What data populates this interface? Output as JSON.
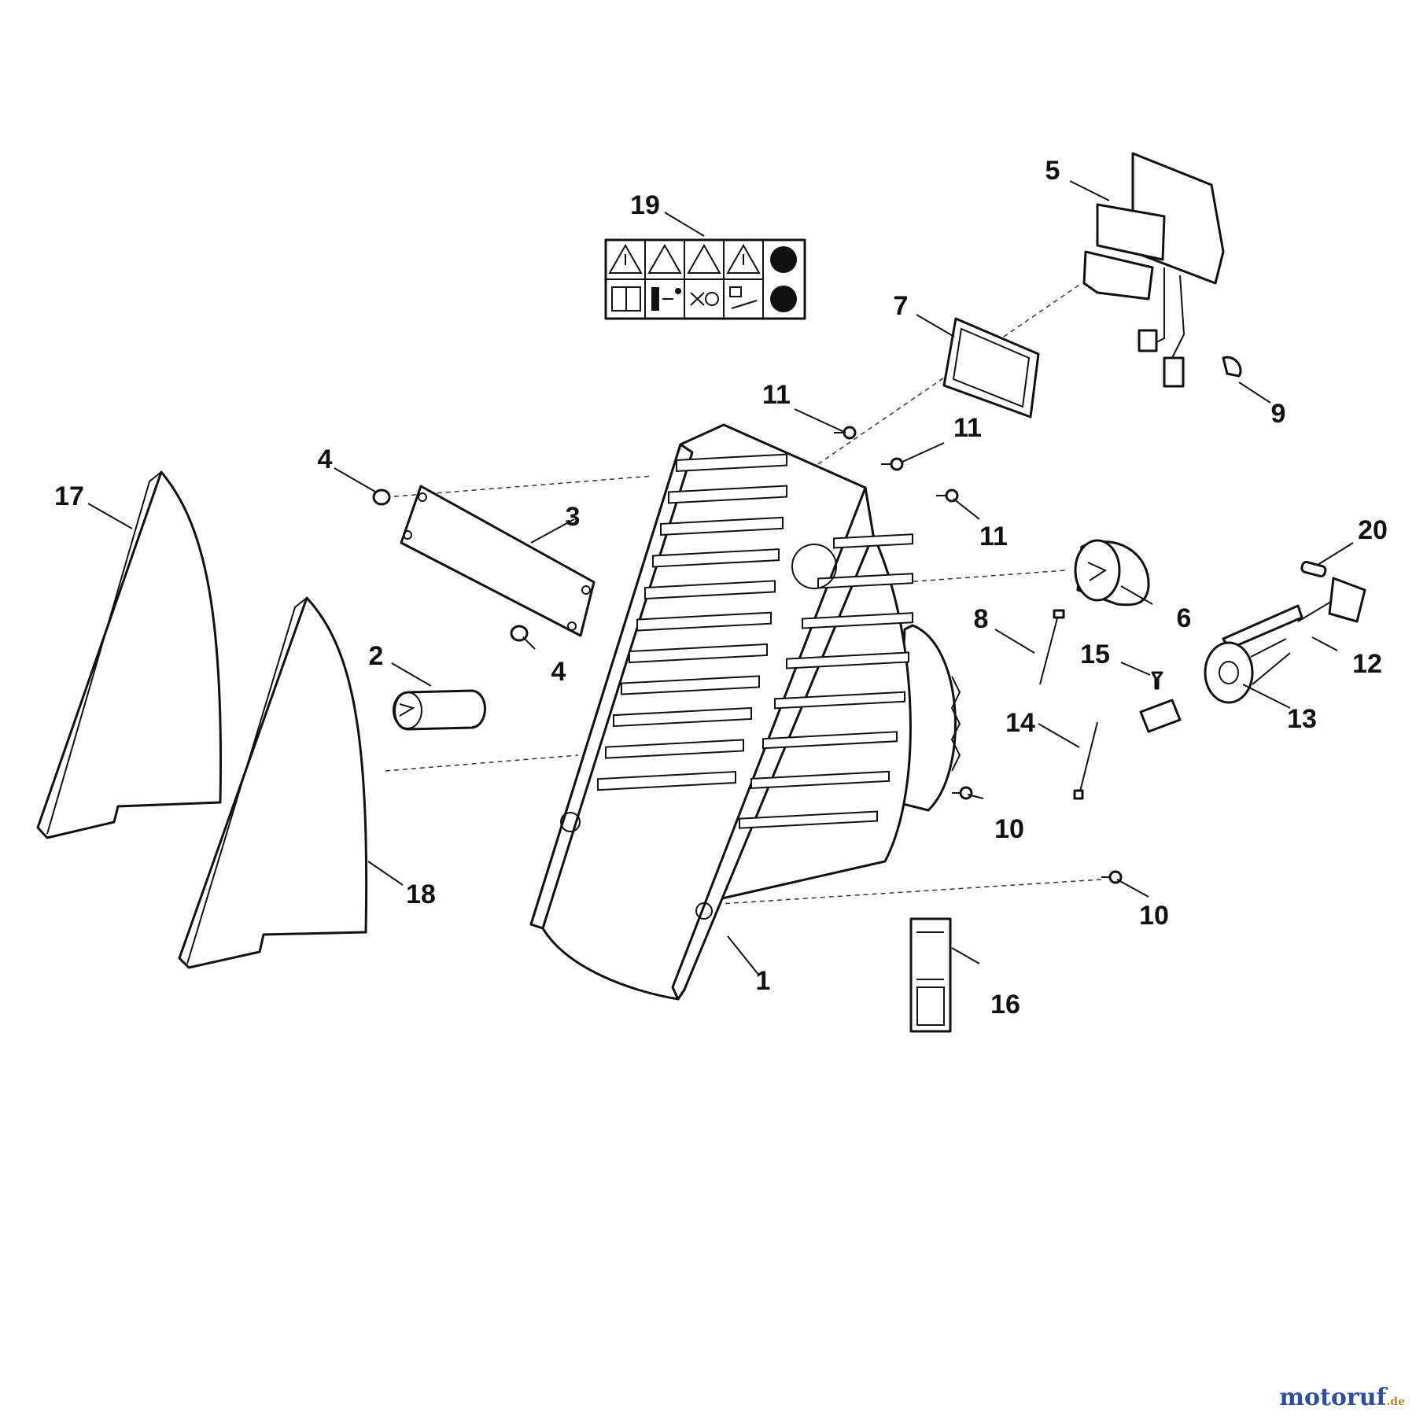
{
  "callouts": {
    "c1": "1",
    "c2": "2",
    "c3": "3",
    "c4a": "4",
    "c4b": "4",
    "c5": "5",
    "c6": "6",
    "c7": "7",
    "c8": "8",
    "c9": "9",
    "c10a": "10",
    "c10b": "10",
    "c11a": "11",
    "c11b": "11",
    "c11c": "11",
    "c12": "12",
    "c13": "13",
    "c14": "14",
    "c15": "15",
    "c16": "16",
    "c17": "17",
    "c18": "18",
    "c19": "19",
    "c20": "20"
  },
  "watermark": {
    "main": "motoruf",
    "suffix": ".de"
  },
  "icons": {
    "warning": "warning-triangle-icon",
    "manual": "read-manual-icon",
    "distance": "keep-distance-icon",
    "eye": "eye-protection-icon",
    "ear": "ear-protection-icon",
    "gloves": "gloves-icon"
  }
}
